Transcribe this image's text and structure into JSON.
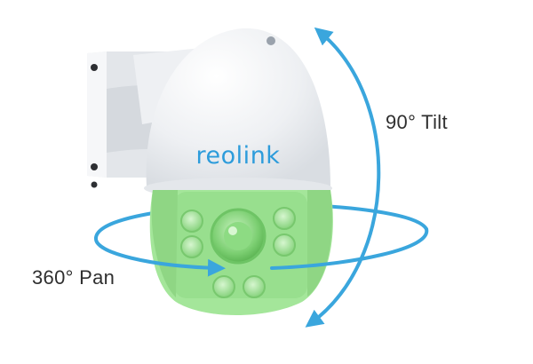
{
  "brand": {
    "logo_text": "reolink",
    "logo_color": "#2d9cdb"
  },
  "labels": {
    "tilt": "90° Tilt",
    "pan": "360° Pan"
  },
  "colors": {
    "arrow": "#3aa6dd",
    "housing": "#f4f5f7",
    "lens_module": "#a4e69a",
    "text": "#2f2f2f"
  }
}
